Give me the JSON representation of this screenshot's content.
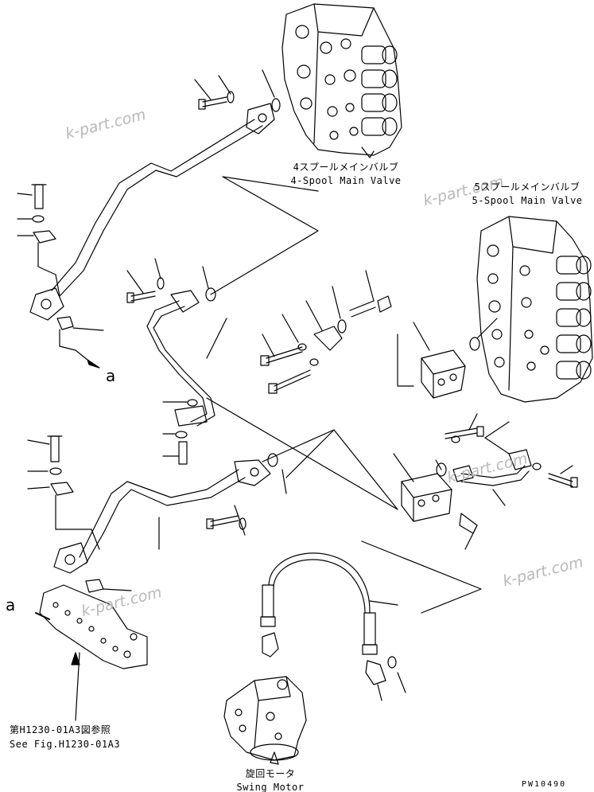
{
  "labels": {
    "valve4_jp": "4スプールメインバルブ",
    "valve4_en": "4-Spool Main Valve",
    "valve5_jp": "5スプールメインバルブ",
    "valve5_en": "5-Spool Main Valve",
    "ref_jp": "第H1230-01A3図参照",
    "ref_en": "See Fig.H1230-01A3",
    "motor_jp": "旋回モータ",
    "motor_en": "Swing Motor",
    "letter_a_1": "a",
    "letter_a_2": "a",
    "code": "PW10490"
  },
  "watermark": "k-part.com",
  "colors": {
    "line": "#000000",
    "watermark": "#b9b9b9",
    "background": "#ffffff"
  }
}
